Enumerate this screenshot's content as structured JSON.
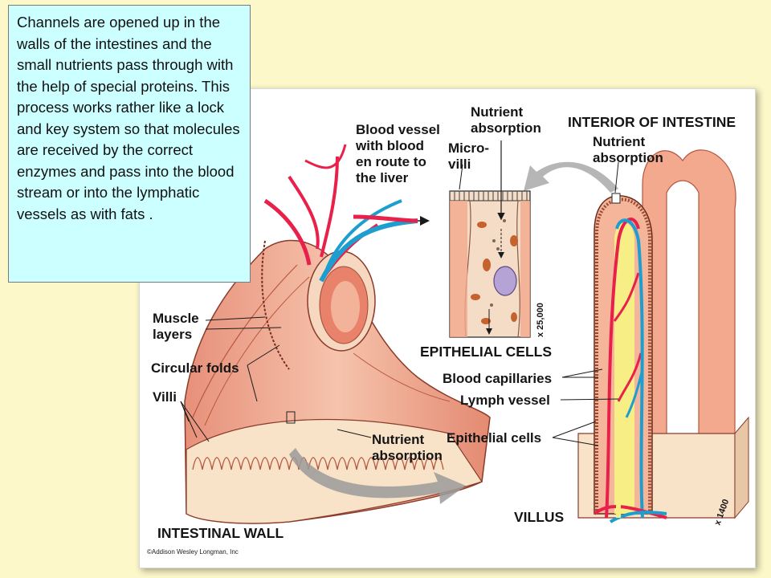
{
  "caption": {
    "text": "Channels are opened up in the walls of the intestines and the small nutrients pass through with the help of special proteins. This process works rather like a lock and key system so that molecules are received by the correct enzymes and pass into the blood stream or into the lymphatic vessels as with fats ."
  },
  "diagram": {
    "labels": {
      "blood_vessel": [
        "Blood vessel",
        "with blood",
        "en route to",
        "the liver"
      ],
      "nutrient_absorption_top": [
        "Nutrient",
        "absorption"
      ],
      "microvilli": [
        "Micro-",
        "villi"
      ],
      "interior_title": "INTERIOR OF INTESTINE",
      "interior_nutrient": [
        "Nutrient",
        "absorption"
      ],
      "muscle_layers": [
        "Muscle",
        "layers"
      ],
      "circular_folds": "Circular folds",
      "villi": "Villi",
      "epithelial_cells_title": "EPITHELIAL CELLS",
      "blood_capillaries": "Blood capillaries",
      "lymph_vessel": "Lymph vessel",
      "epithelial_cells": "Epithelial cells",
      "nutrient_absorption_bottom": [
        "Nutrient",
        "absorption"
      ],
      "villus": "VILLUS",
      "intestinal_wall": "INTESTINAL WALL",
      "mag_25000": "x 25,000",
      "mag_1400": "x 1400",
      "copyright": "©Addison Wesley Longman, Inc"
    },
    "colors": {
      "artery": "#e8204a",
      "vein": "#1e9ecf",
      "tissue": "#f2a98d",
      "tissue_dark": "#d9745c",
      "lymph": "#f7ee86",
      "wall_cream": "#f8e2c8",
      "arrow_gray": "#9b9b9b"
    }
  }
}
